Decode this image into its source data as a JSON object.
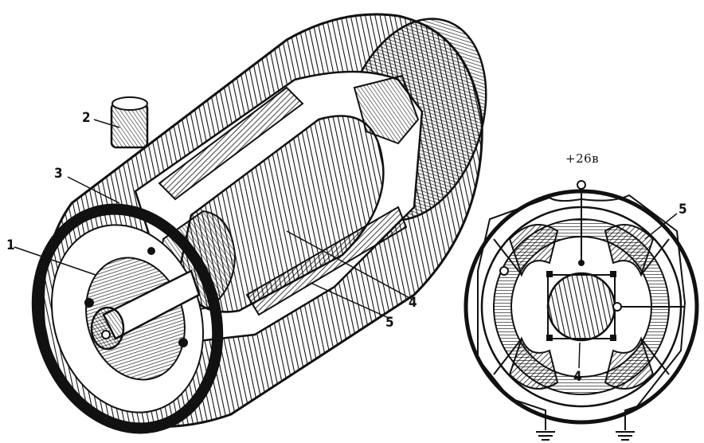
{
  "motor_labels": {
    "l1": "1",
    "l2": "2",
    "l3": "3",
    "l4": "4",
    "l5": "5"
  },
  "schematic_labels": {
    "voltage": "+26в",
    "l4": "4",
    "l5": "5"
  },
  "colors": {
    "ink": "#111111",
    "paper": "#ffffff"
  }
}
